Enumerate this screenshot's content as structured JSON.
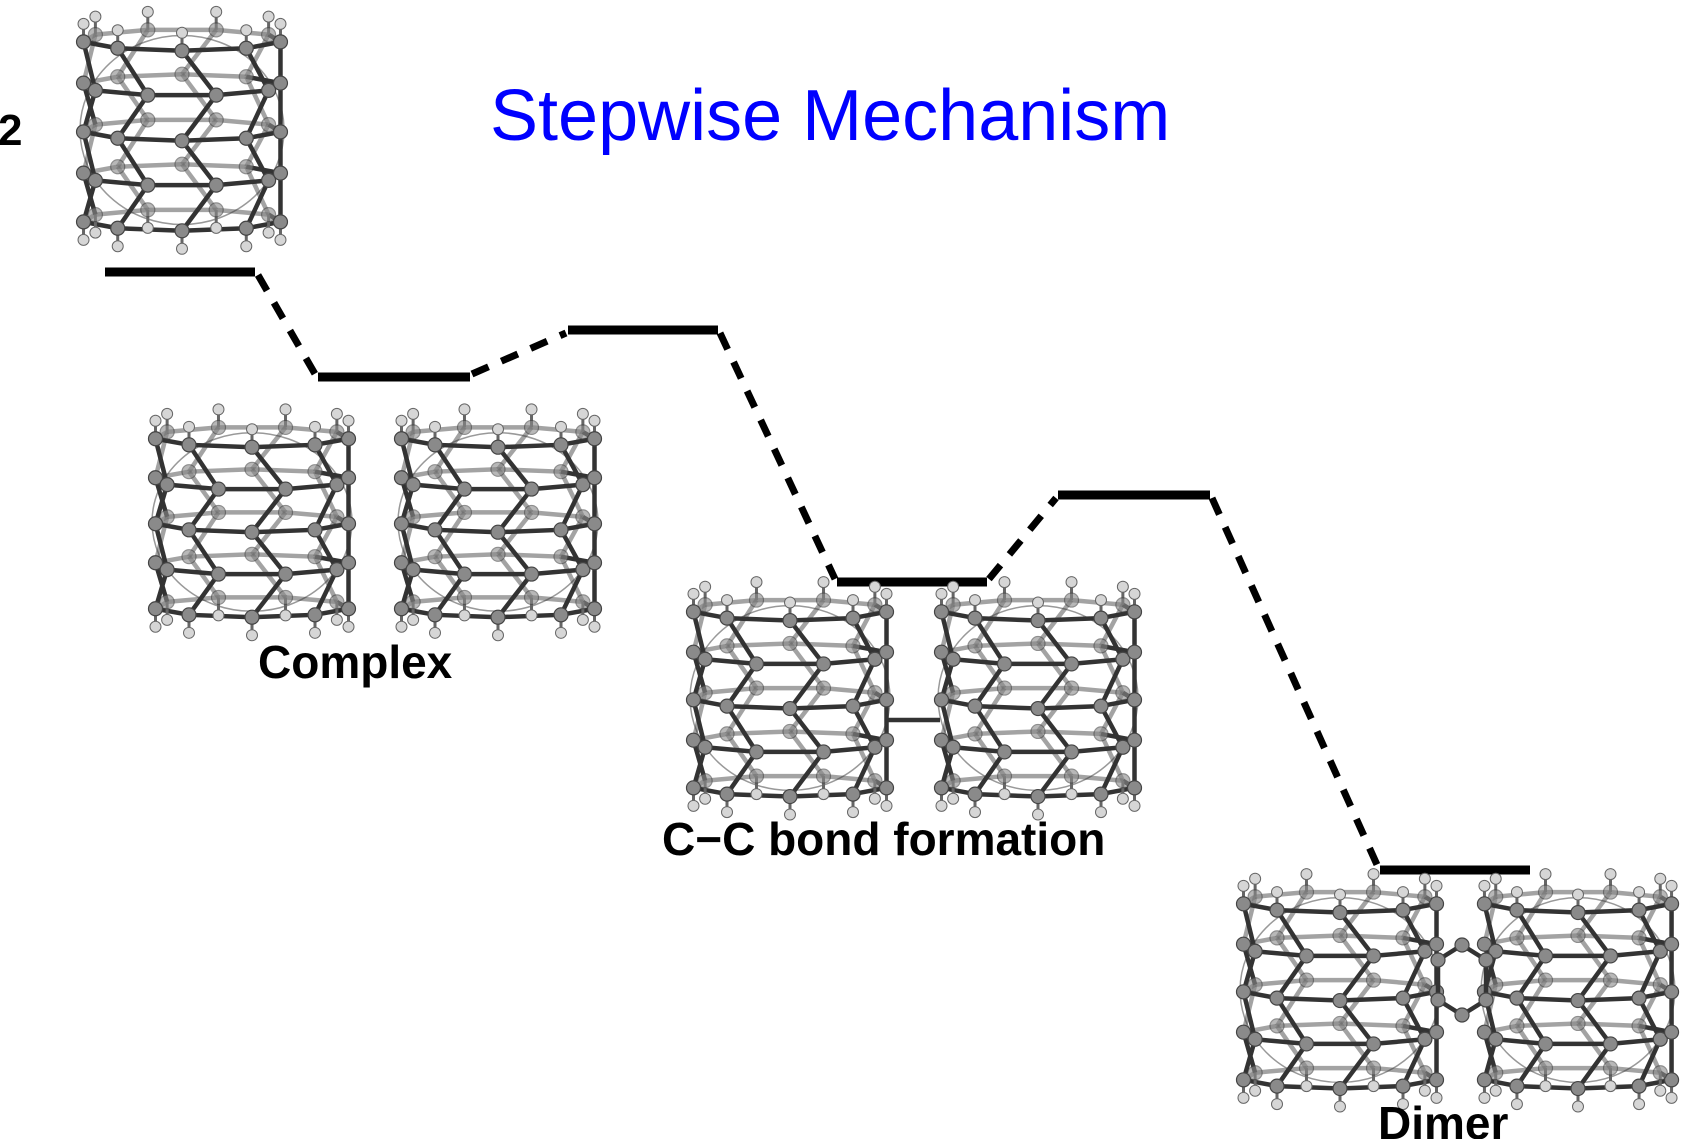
{
  "title": "Stepwise Mechanism",
  "title_color": "#0000ff",
  "reactant_prefix": "2",
  "labels": {
    "complex": "Complex",
    "cc_bond": "C−C bond formation",
    "dimer": "Dimer"
  },
  "states": [
    {
      "id": "reactants",
      "label": ""
    },
    {
      "id": "complex",
      "label": "Complex"
    },
    {
      "id": "ts1",
      "label": ""
    },
    {
      "id": "intermediate",
      "label": "C−C bond formation"
    },
    {
      "id": "ts2",
      "label": ""
    },
    {
      "id": "dimer",
      "label": "Dimer"
    }
  ],
  "molecule": "carbon nanotube segment (hydrogen-capped)"
}
